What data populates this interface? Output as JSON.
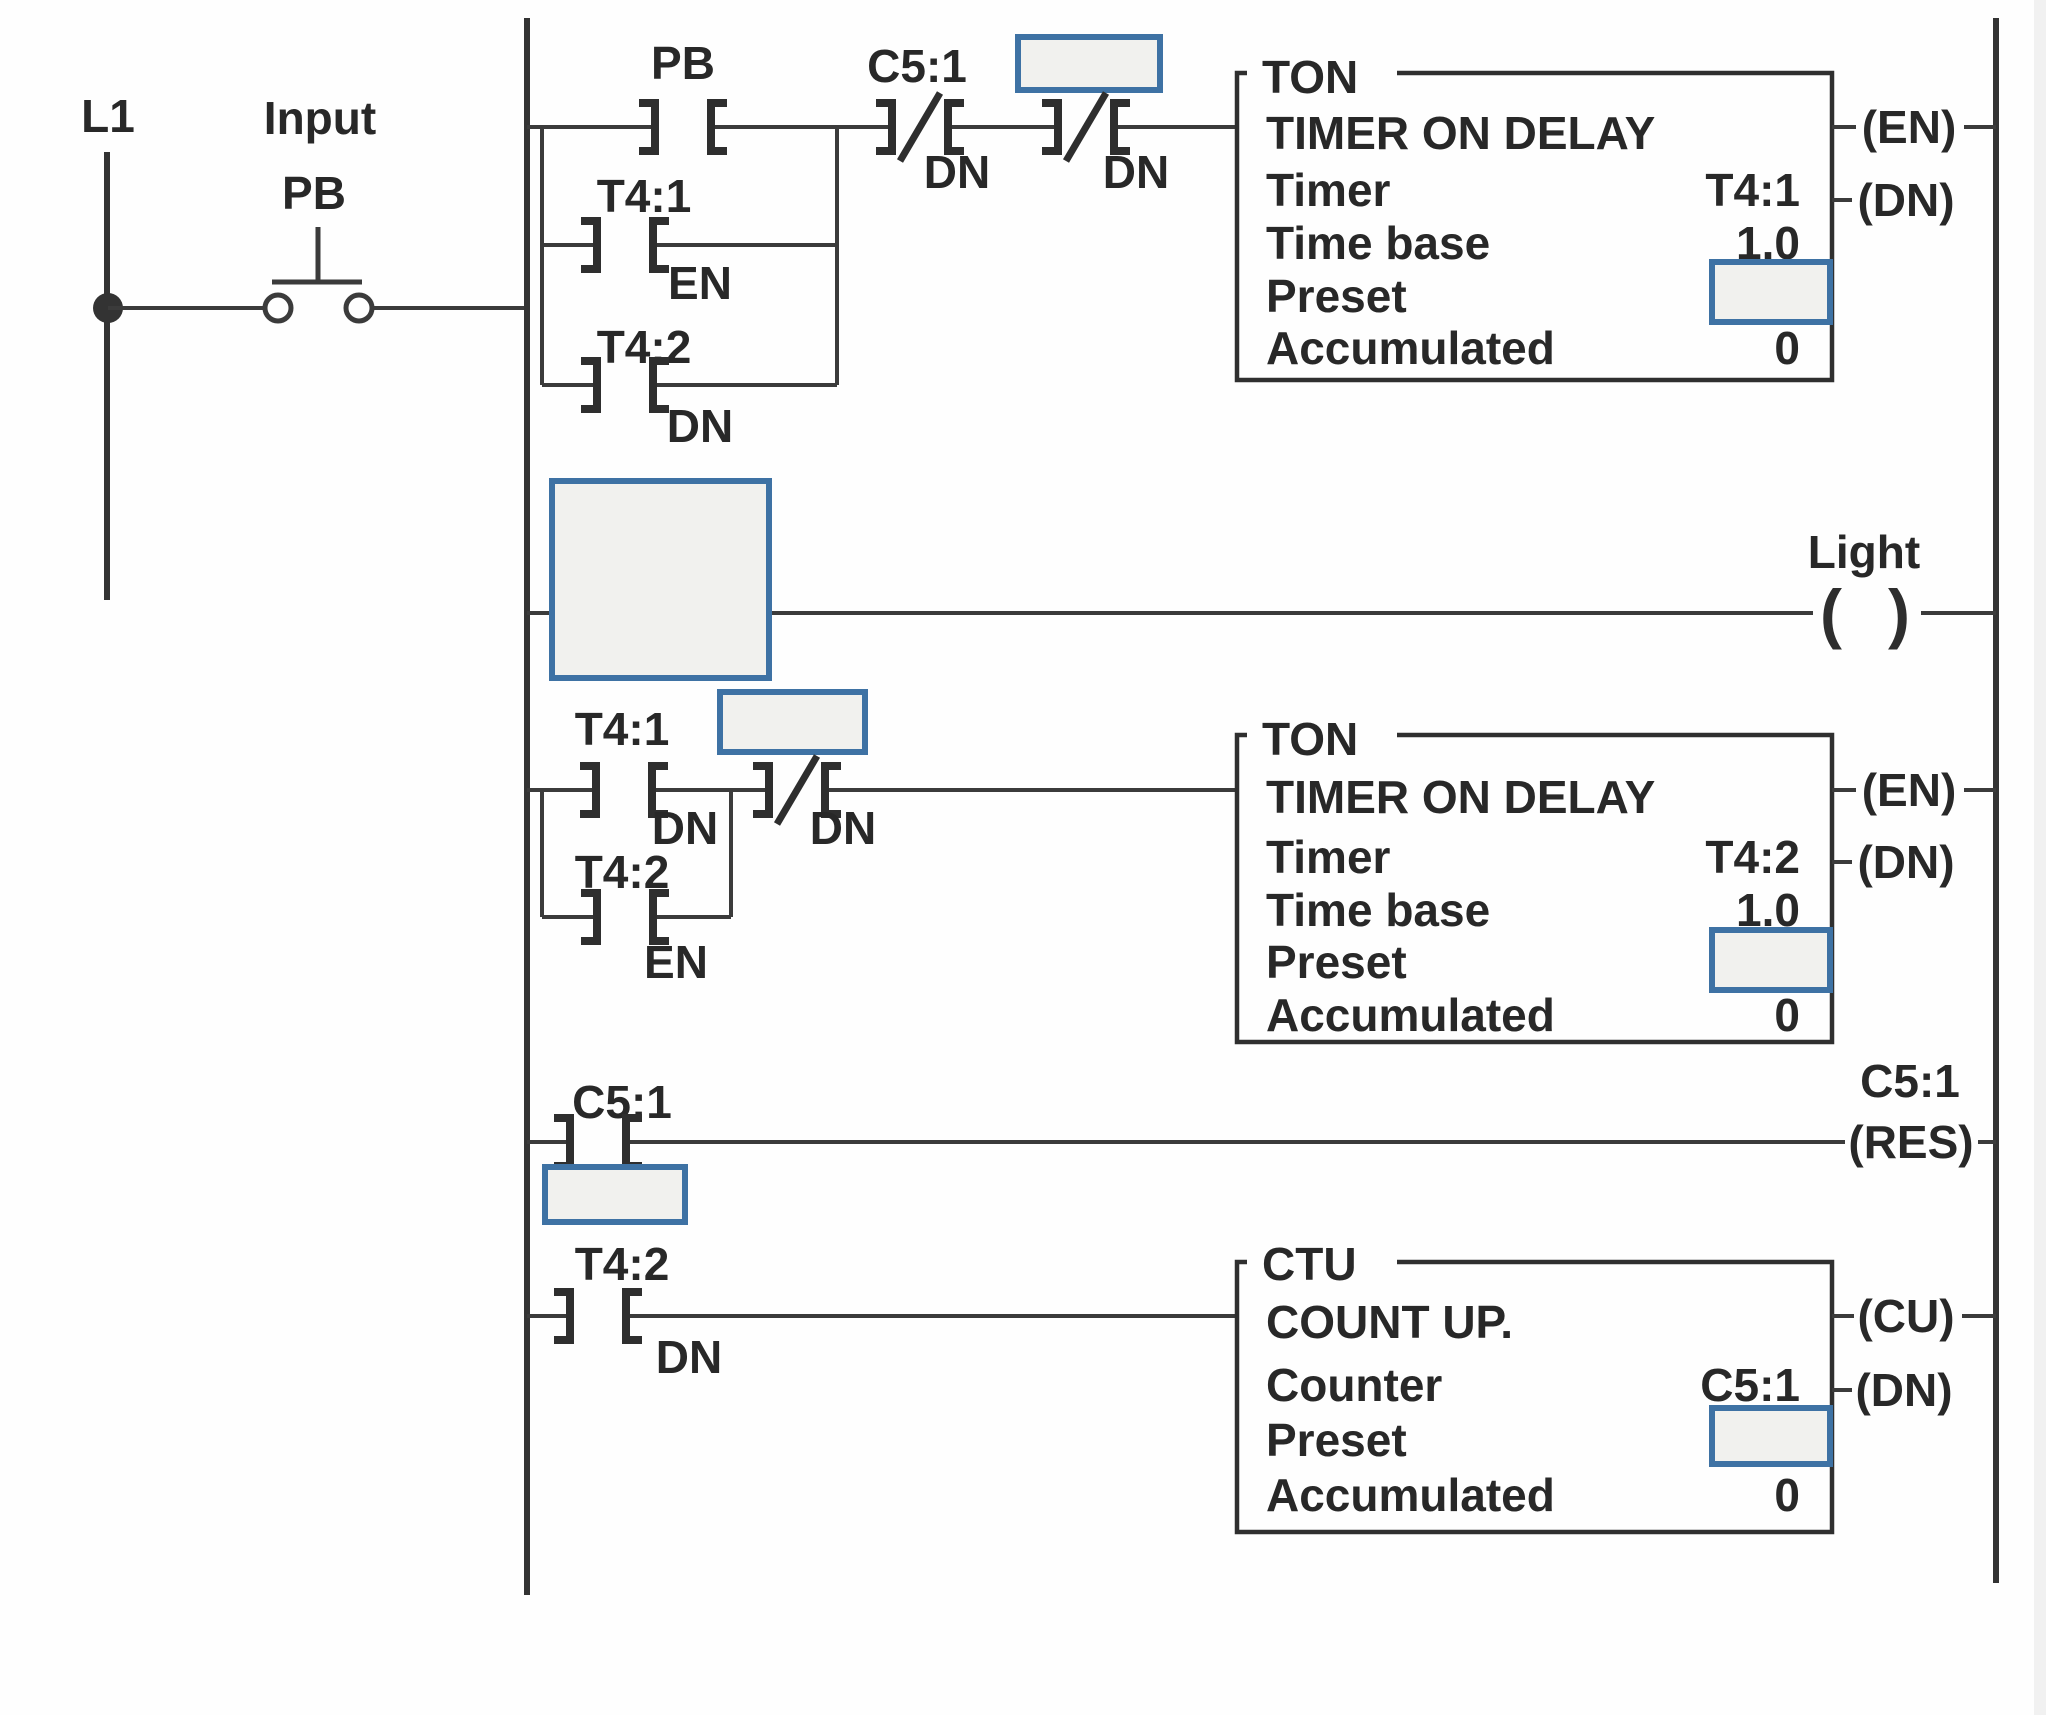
{
  "colors": {
    "blank_fill": "#f1f1ee",
    "blank_border": "#3e72a4",
    "line": "#3b3b3b",
    "text": "#282828"
  },
  "power": {
    "rail_label": "L1",
    "input_caption": "Input",
    "device_label": "PB"
  },
  "rung1": {
    "pb_label": "PB",
    "t41_label": "T4:1",
    "t41_bit": "EN",
    "t42_label": "T4:2",
    "t42_bit": "DN",
    "c51_label": "C5:1",
    "c51_bit": "DN",
    "blank_contact_bit": "DN"
  },
  "ton1": {
    "mnemonic": "TON",
    "title": "TIMER ON DELAY",
    "timer_label": "Timer",
    "timer_value": "T4:1",
    "timebase_label": "Time base",
    "timebase_value": "1.0",
    "preset_label": "Preset",
    "accumulated_label": "Accumulated",
    "accumulated_value": "0",
    "out_en": "(EN)",
    "out_dn": "(DN)"
  },
  "rung2": {
    "coil_label": "Light"
  },
  "rung3": {
    "t41_label": "T4:1",
    "t41_bit": "DN",
    "t42_label": "T4:2",
    "t42_bit": "EN",
    "nc_bit": "DN"
  },
  "ton2": {
    "mnemonic": "TON",
    "title": "TIMER ON DELAY",
    "timer_label": "Timer",
    "timer_value": "T4:2",
    "timebase_label": "Time base",
    "timebase_value": "1.0",
    "preset_label": "Preset",
    "accumulated_label": "Accumulated",
    "accumulated_value": "0",
    "out_en": "(EN)",
    "out_dn": "(DN)"
  },
  "rung4": {
    "c51_label": "C5:1",
    "res_addr_label": "C5:1",
    "res_coil": "(RES)"
  },
  "rung5": {
    "t42_label": "T4:2",
    "t42_bit": "DN"
  },
  "ctu": {
    "mnemonic": "CTU",
    "title": "COUNT UP.",
    "counter_label": "Counter",
    "counter_value": "C5:1",
    "preset_label": "Preset",
    "accumulated_label": "Accumulated",
    "accumulated_value": "0",
    "out_cu": "(CU)",
    "out_dn": "(DN)"
  }
}
